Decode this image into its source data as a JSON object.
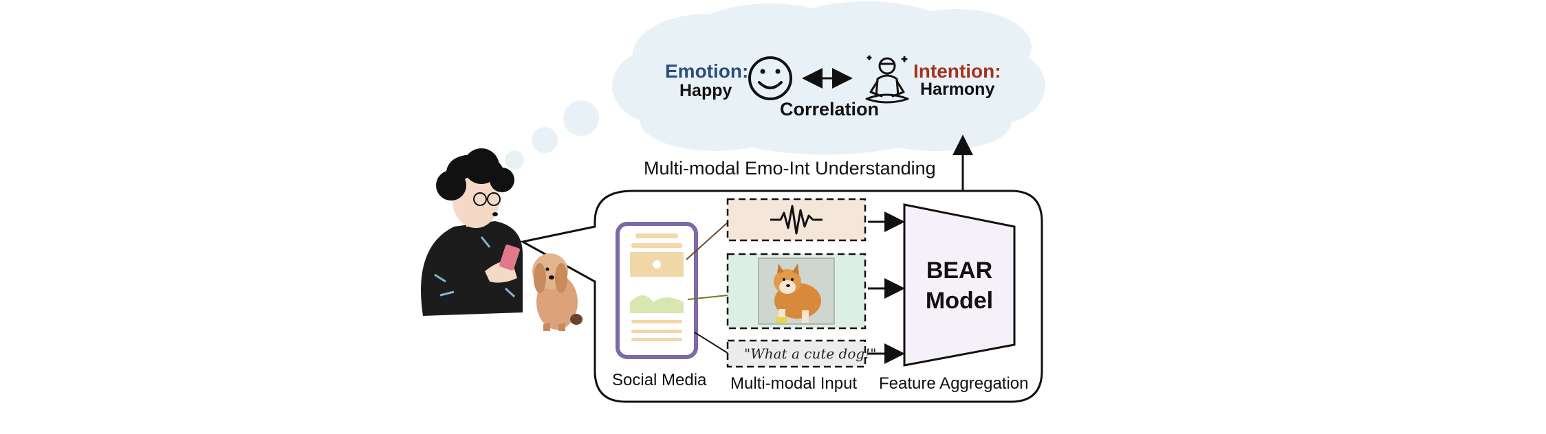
{
  "thought": {
    "emotion_label": "Emotion:",
    "emotion_value": "Happy",
    "intention_label": "Intention:",
    "intention_value": "Harmony",
    "correlation_label": "Correlation"
  },
  "pipeline": {
    "understanding_title": "Multi-modal Emo-Int Understanding",
    "text_input": "\"What a cute dog!\"",
    "model_line1": "BEAR",
    "model_line2": "Model",
    "captions": {
      "social_media": "Social Media",
      "multimodal_input": "Multi-modal Input",
      "feature_aggregation": "Feature Aggregation"
    }
  },
  "icons": [
    "smiley-face-icon",
    "meditation-person-icon",
    "audio-waveform-icon",
    "smartphone-icon",
    "dog-photo",
    "person-with-phone",
    "dog-illustration"
  ],
  "colors": {
    "cloud_fill": "#e8f2f6",
    "emotion": "#2f4c80",
    "intention": "#a3321f",
    "audio_box": "#f5e6da",
    "image_box": "#dcefe4",
    "text_box": "#ececec",
    "model_fill": "#f6f0f8",
    "phone_frame": "#7b6aa6"
  }
}
